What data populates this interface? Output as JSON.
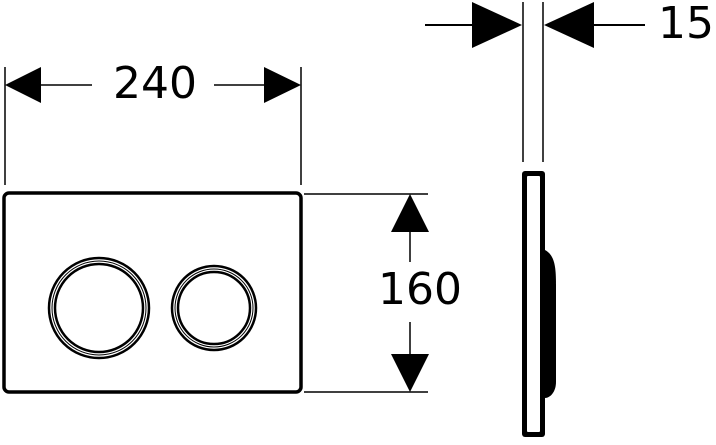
{
  "diagram": {
    "width_label": "240",
    "height_label": "160",
    "depth_label": "15"
  },
  "colors": {
    "line": "#000000",
    "background": "#ffffff"
  }
}
